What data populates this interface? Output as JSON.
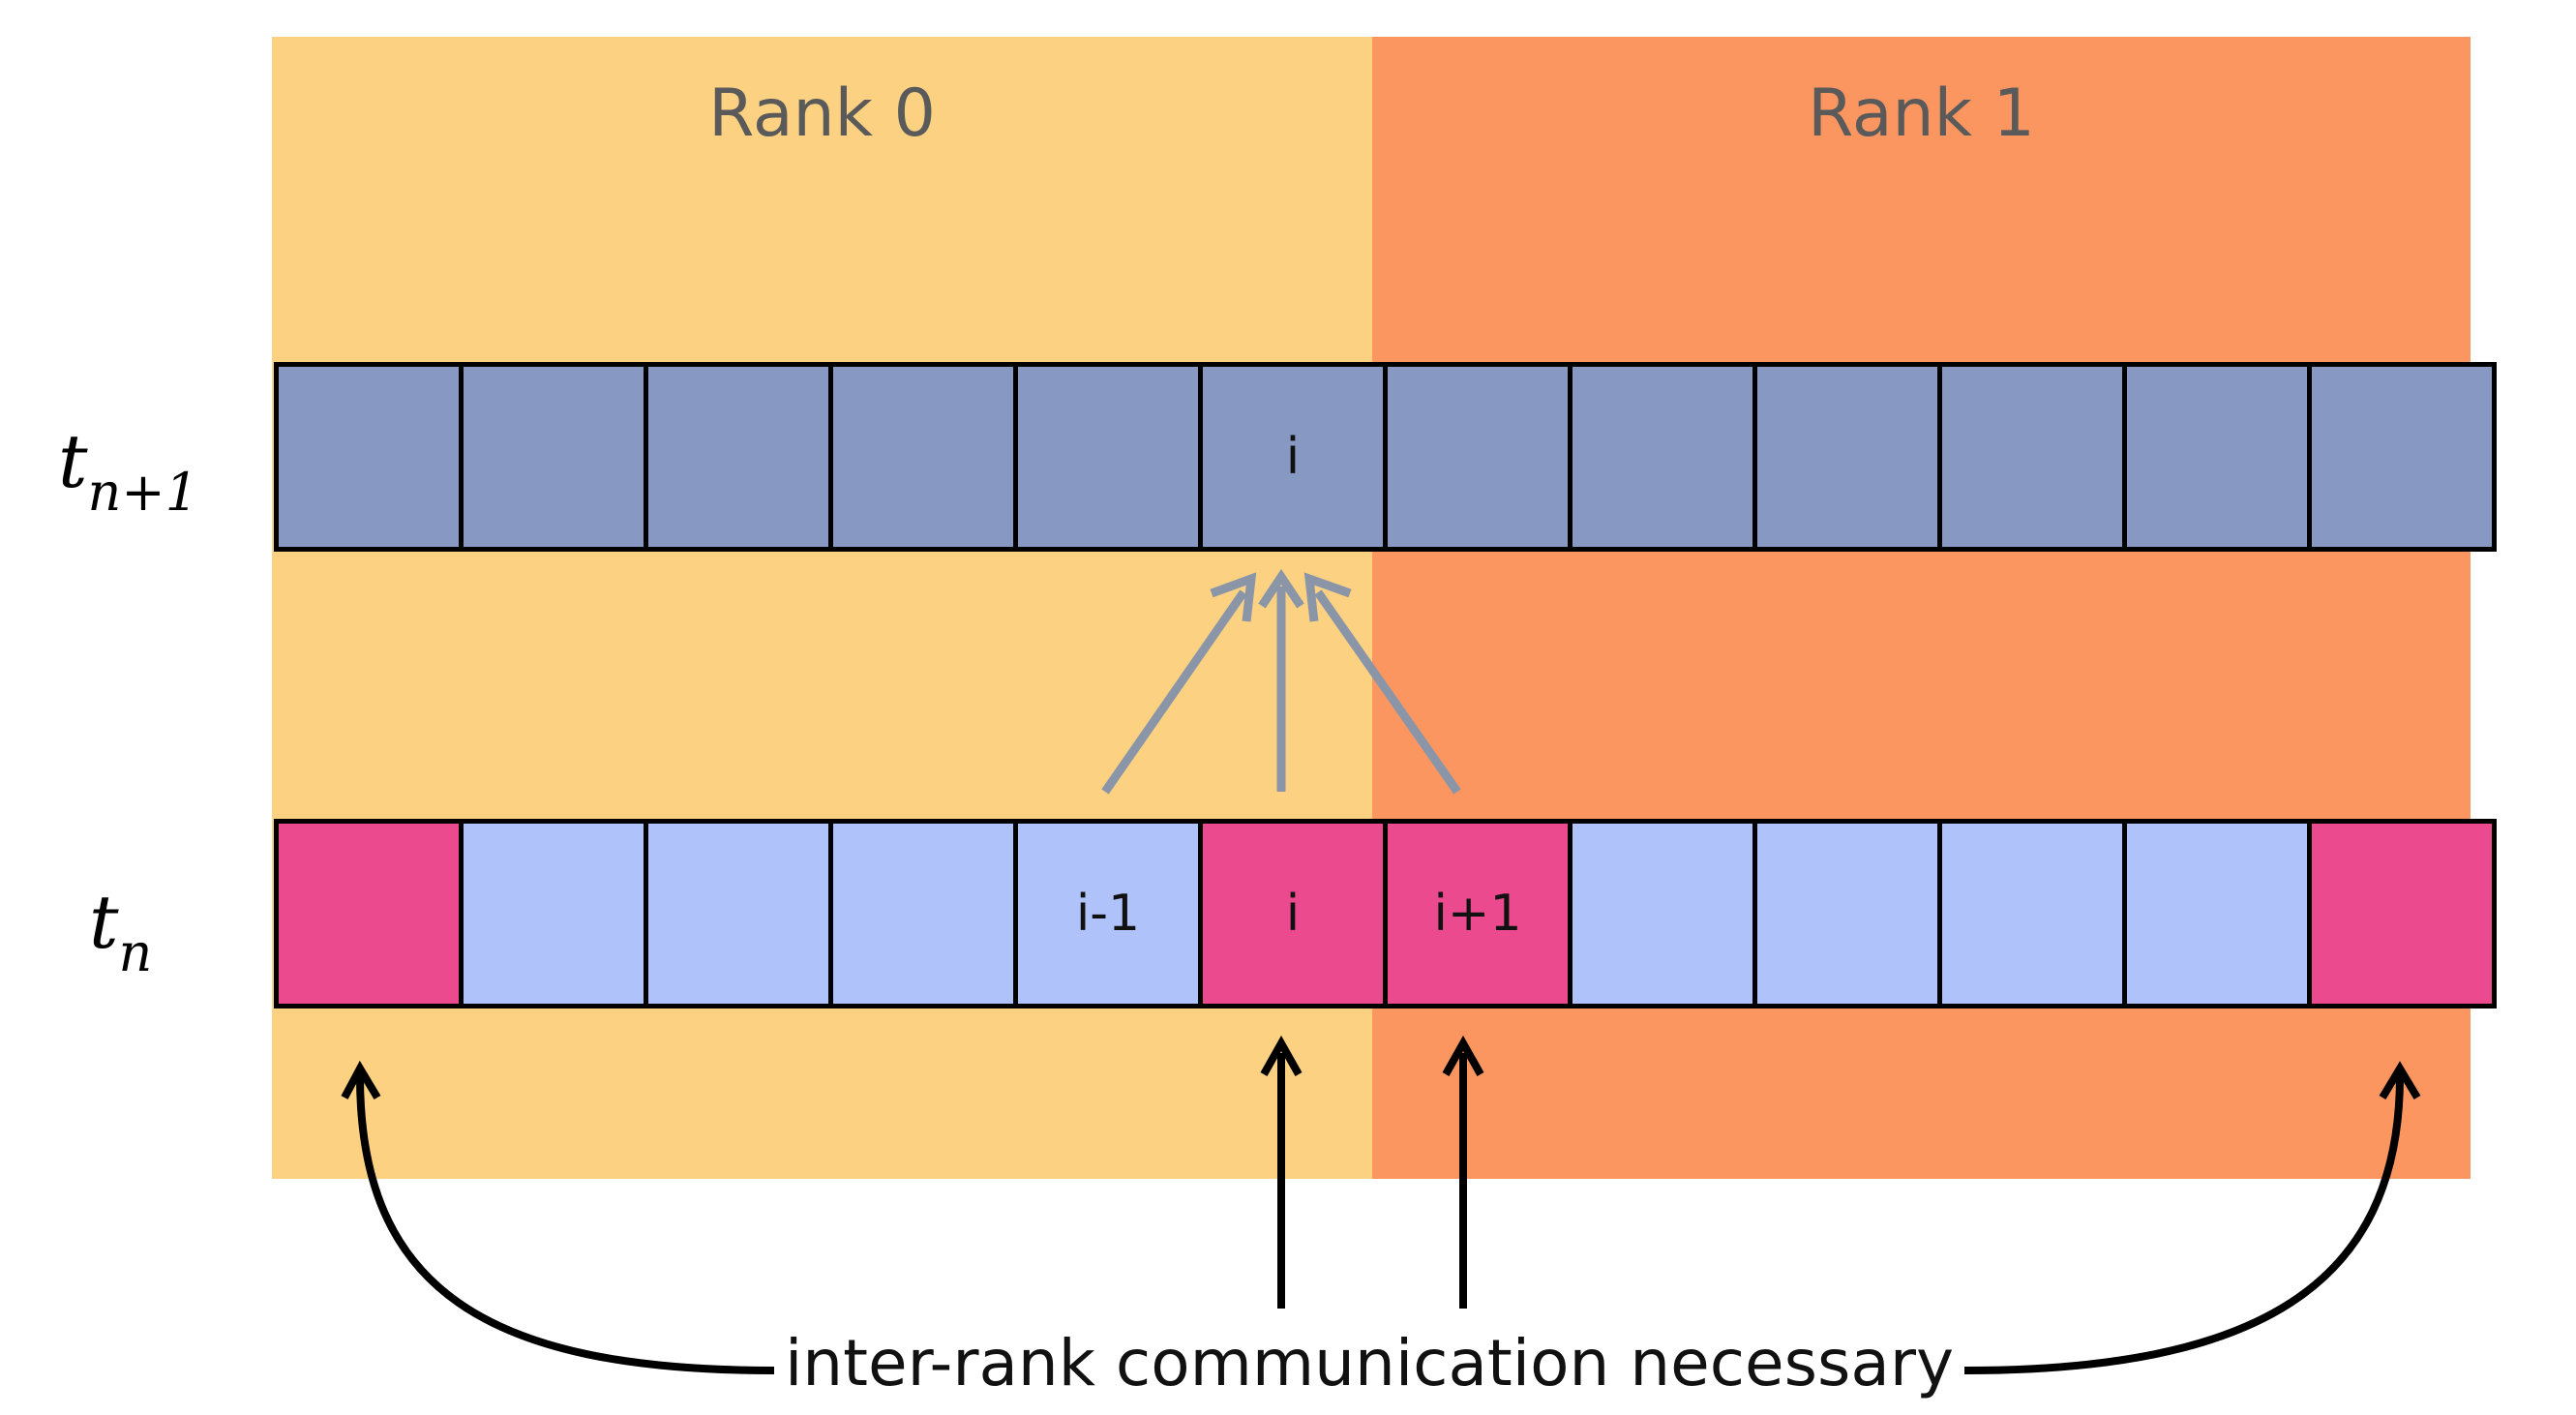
{
  "ranks": [
    {
      "label": "Rank 0",
      "color": "#fcd282"
    },
    {
      "label": "Rank 1",
      "color": "#fc9661"
    }
  ],
  "time_labels": {
    "next": {
      "base": "t",
      "sub": "n+1"
    },
    "current": {
      "base": "t",
      "sub": "n"
    }
  },
  "colors": {
    "next_row_cell": "#8799c3",
    "current_row_cell": "#b0c2fa",
    "highlight_cell": "#ec4a8f",
    "stencil_arrow": "#8a96a8",
    "comm_arrow": "#000000"
  },
  "row_next": [
    {
      "label": "",
      "kind": "next"
    },
    {
      "label": "",
      "kind": "next"
    },
    {
      "label": "",
      "kind": "next"
    },
    {
      "label": "",
      "kind": "next"
    },
    {
      "label": "",
      "kind": "next"
    },
    {
      "label": "i",
      "kind": "next"
    },
    {
      "label": "",
      "kind": "next"
    },
    {
      "label": "",
      "kind": "next"
    },
    {
      "label": "",
      "kind": "next"
    },
    {
      "label": "",
      "kind": "next"
    },
    {
      "label": "",
      "kind": "next"
    },
    {
      "label": "",
      "kind": "next"
    }
  ],
  "row_current": [
    {
      "label": "",
      "kind": "highlight"
    },
    {
      "label": "",
      "kind": "current"
    },
    {
      "label": "",
      "kind": "current"
    },
    {
      "label": "",
      "kind": "current"
    },
    {
      "label": "i-1",
      "kind": "current"
    },
    {
      "label": "i",
      "kind": "highlight"
    },
    {
      "label": "i+1",
      "kind": "highlight"
    },
    {
      "label": "",
      "kind": "current"
    },
    {
      "label": "",
      "kind": "current"
    },
    {
      "label": "",
      "kind": "current"
    },
    {
      "label": "",
      "kind": "current"
    },
    {
      "label": "",
      "kind": "highlight"
    }
  ],
  "caption": "inter-rank communication necessary"
}
